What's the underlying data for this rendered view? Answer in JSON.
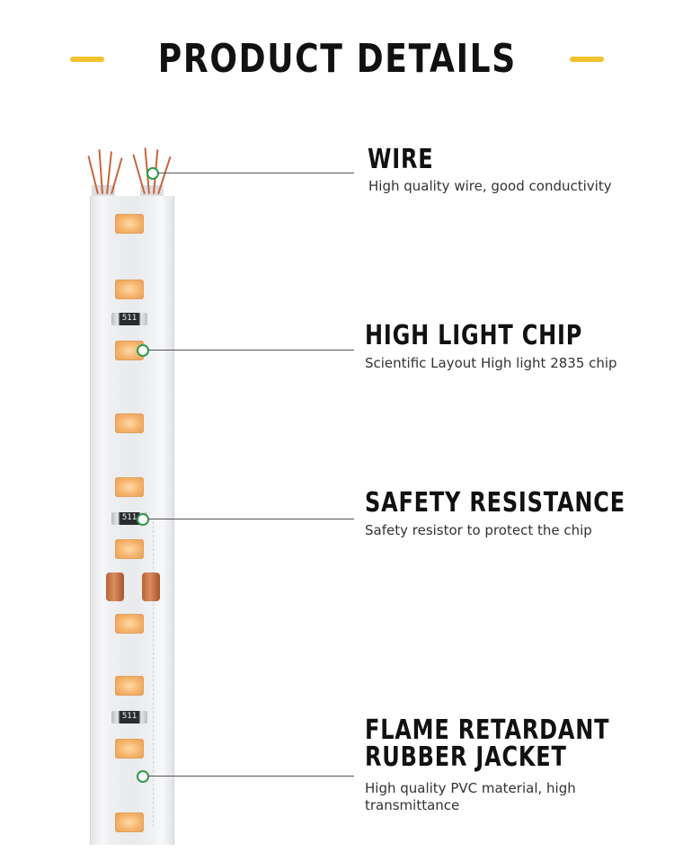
{
  "header": {
    "title": "PRODUCT DETAILS",
    "accent_color": "#f2c230"
  },
  "colors": {
    "marker_green": "#2e9a4a",
    "led_warm": "#f5b36a",
    "copper": "#c6663d"
  },
  "strip": {
    "resistor_code": "511"
  },
  "features": [
    {
      "title": "WIRE",
      "description": "High quality wire, good conductivity"
    },
    {
      "title": "HIGH LIGHT CHIP",
      "description": "Scientific Layout High light 2835 chip"
    },
    {
      "title": "SAFETY RESISTANCE",
      "description": "Safety resistor to protect the chip"
    },
    {
      "title_line1": "FLAME RETARDANT",
      "title_line2": "RUBBER JACKET",
      "description_line1": "High quality PVC material, high",
      "description_line2": "transmittance"
    }
  ]
}
